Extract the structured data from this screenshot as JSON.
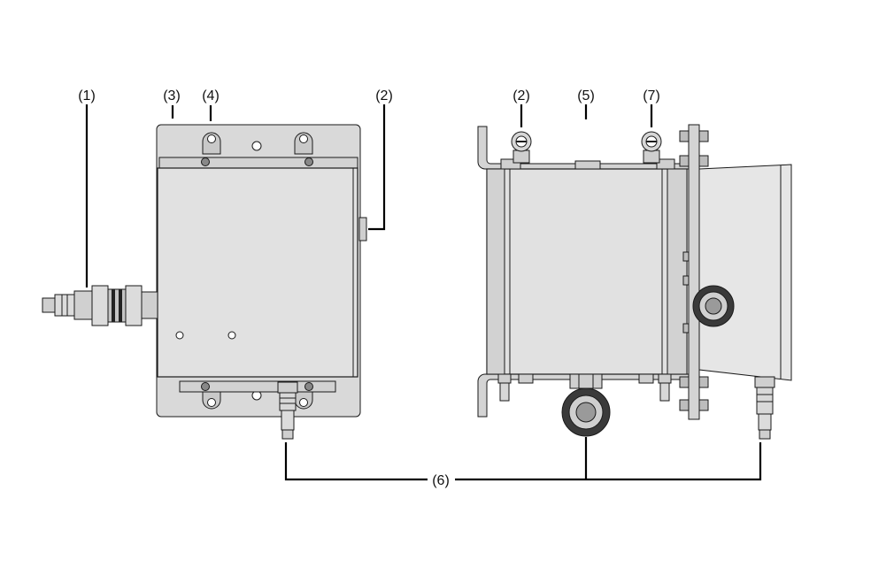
{
  "colors": {
    "housing": "#e1e1e1",
    "plate": "#d9d9d9",
    "part_dark": "#3a3a3a",
    "outline": "#1a1a1a",
    "leader": "#000000"
  },
  "callouts": {
    "c1": "(1)",
    "c3": "(3)",
    "c4": "(4)",
    "c2_left": "(2)",
    "c2_right": "(2)",
    "c5": "(5)",
    "c7": "(7)",
    "c6": "(6)"
  }
}
